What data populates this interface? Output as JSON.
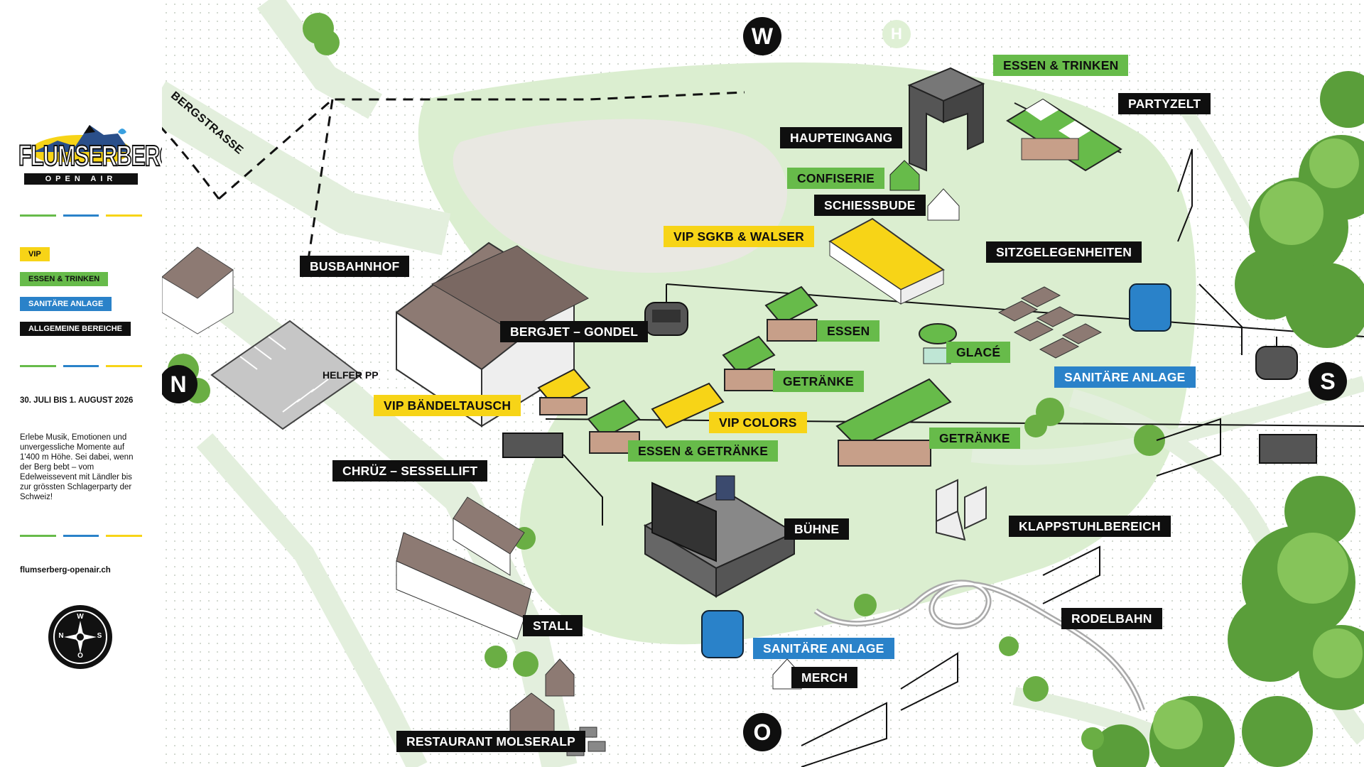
{
  "brand": {
    "name": "FLUMSERBERG",
    "sub": "OPEN AIR"
  },
  "colors": {
    "vip": "#f7d417",
    "essen": "#67bb4a",
    "sanitaer": "#2a82c9",
    "allgemein": "#0f0f0f",
    "path": "#dbeed0",
    "road": "#e3efdd"
  },
  "legend": [
    {
      "label": "VIP",
      "kind": "vip"
    },
    {
      "label": "ESSEN & TRINKEN",
      "kind": "ess"
    },
    {
      "label": "SANITÄRE ANLAGE",
      "kind": "san"
    },
    {
      "label": "ALLGEMEINE BEREICHE",
      "kind": "gen"
    }
  ],
  "dates": "30. JULI BIS 1. AUGUST 2026",
  "description": "Erlebe Musik, Emotionen und unvergessliche Momente auf 1'400 m Höhe. Sei dabei, wenn der Berg bebt – vom Edelweissevent mit Ländler bis zur grössten Schlagerparty der Schweiz!",
  "website": "flumserberg-openair.ch",
  "compass": {
    "n": "N",
    "s": "S",
    "w": "W",
    "o": "O",
    "icon": "compass-rose-icon"
  },
  "directions": {
    "w": "W",
    "n": "N",
    "s": "S",
    "o": "O",
    "h": "H"
  },
  "road": "BERGSTRASSE",
  "parking": "HELFER PP",
  "labels": {
    "haupteingang": "HAUPTEINGANG",
    "essen_trinken_top": "ESSEN & TRINKEN",
    "partyzelt": "PARTYZELT",
    "confiserie": "CONFISERIE",
    "schiessbude": "SCHIESSBUDE",
    "vip_sgkb": "VIP SGKB & WALSER",
    "sitzgelegenheiten": "SITZGELEGENHEITEN",
    "busbahnhof": "BUSBAHNHOF",
    "bergjet": "BERGJET – GONDEL",
    "essen": "ESSEN",
    "glace": "GLACÉ",
    "sanitaer_right": "SANITÄRE ANLAGE",
    "getraenke_1": "GETRÄNKE",
    "vip_baendeltausch": "VIP BÄNDELTAUSCH",
    "vip_colors": "VIP COLORS",
    "getraenke_2": "GETRÄNKE",
    "essen_getraenke": "ESSEN & GETRÄNKE",
    "chruez": "CHRÜZ – SESSELLIFT",
    "buehne": "BÜHNE",
    "klappstuhl": "KLAPPSTUHLBEREICH",
    "stall": "STALL",
    "rodelbahn": "RODELBAHN",
    "sanitaer_bottom": "SANITÄRE ANLAGE",
    "merch": "MERCH",
    "restaurant": "RESTAURANT MOLSERALP"
  }
}
